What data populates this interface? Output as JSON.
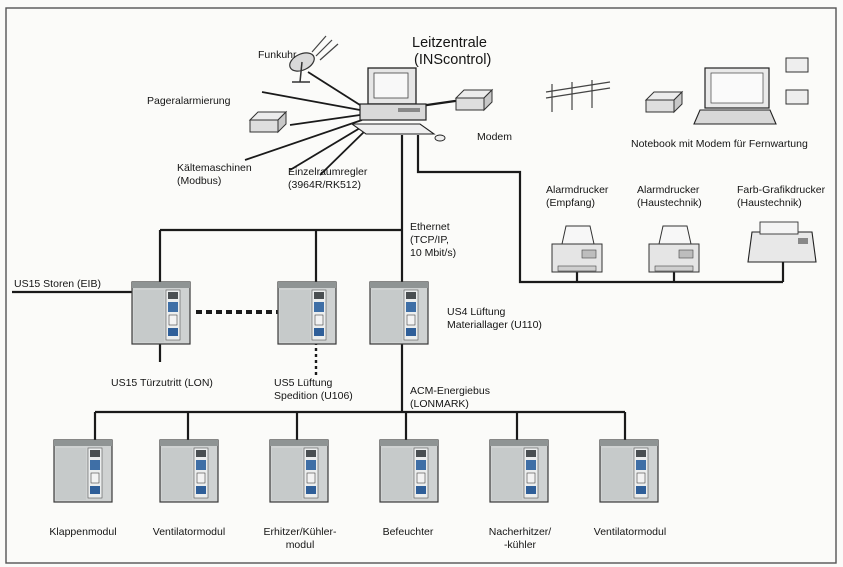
{
  "central": {
    "line1": "Leitzentrale",
    "line2": "(INScontrol)"
  },
  "peripherals": {
    "funkuhr": "Funkuhr",
    "pager": "Pageralarmierung",
    "kaelte": "Kältemaschinen\n(Modbus)",
    "einzelraum": "Einzelraumregler\n(3964R/RK512)",
    "modem": "Modem",
    "notebook": "Notebook mit Modem für Fernwartung"
  },
  "printers": [
    {
      "label": "Alarmdrucker\n(Empfang)"
    },
    {
      "label": "Alarmdrucker\n(Haustechnik)"
    },
    {
      "label": "Farb-Grafikdrucker\n(Haustechnik)"
    }
  ],
  "network": {
    "ethernet": "Ethernet\n(TCP/IP,\n10 Mbit/s)",
    "bus": "ACM-Energiebus\n(LONMARK)"
  },
  "substations": {
    "storen": "US15 Storen (EIB)",
    "tuer": "US15 Türzutritt (LON)",
    "us5": "US5 Lüftung\nSpedition (U106)",
    "us4": "US4 Lüftung\nMateriallager (U110)"
  },
  "modules": [
    {
      "label": "Klappenmodul"
    },
    {
      "label": "Ventilatormodul"
    },
    {
      "label": "Erhitzer/Kühler-\nmodul"
    },
    {
      "label": "Befeuchter"
    },
    {
      "label": "Nacherhitzer/\n-kühler"
    },
    {
      "label": "Ventilatormodul"
    }
  ]
}
